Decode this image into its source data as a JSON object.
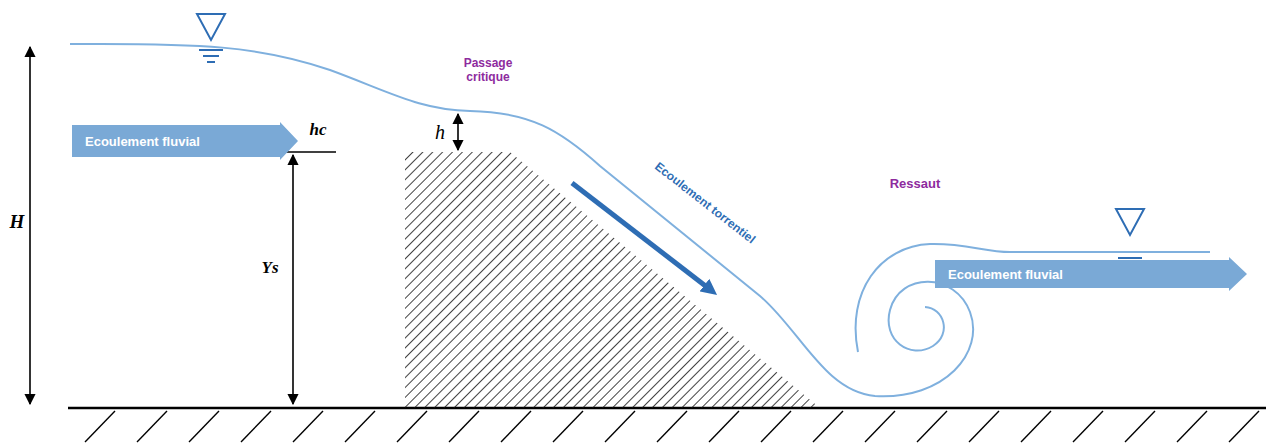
{
  "diagram": {
    "nodes": [
      {
        "text": [
          "Ecoulement fluvial"
        ]
      },
      {
        "text": [
          "Ecoulement fluvial"
        ]
      }
    ],
    "labels": [
      "H",
      "hc",
      "Ys",
      "Passage critique",
      "h",
      "Ecoulement torrentiel",
      "Ressaut"
    ]
  }
}
